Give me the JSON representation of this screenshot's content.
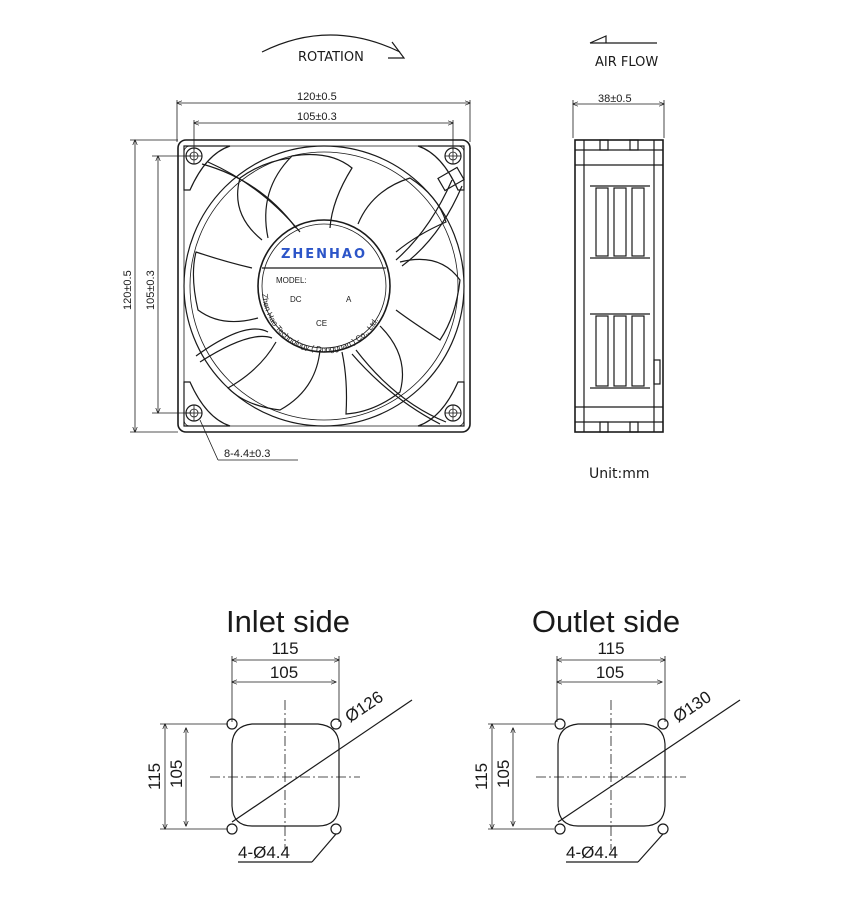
{
  "top": {
    "rotation_label": "ROTATION",
    "airflow_label": "AIR FLOW",
    "unit_label": "Unit:mm",
    "front": {
      "dim_width_outer": "120±0.5",
      "dim_width_inner": "105±0.3",
      "dim_height_outer": "120±0.5",
      "dim_height_inner": "105±0.3",
      "dim_holes": "8-4.4±0.3"
    },
    "side": {
      "dim_depth": "38±0.5"
    },
    "hub_label": {
      "brand": "ZHENHAO",
      "model": "MODEL:",
      "dc": "DC",
      "amp": "A",
      "ce": "CE",
      "company": "Zhen Hao Technology ( Dongguan ) Co., Ltd."
    }
  },
  "inlet": {
    "title": "Inlet side",
    "dim_outer": "115",
    "dim_inner": "105",
    "dim_v_outer": "115",
    "dim_v_inner": "105",
    "diameter": "Ø126",
    "holes": "4-Ø4.4"
  },
  "outlet": {
    "title": "Outlet side",
    "dim_outer": "115",
    "dim_inner": "105",
    "dim_v_outer": "115",
    "dim_v_inner": "105",
    "diameter": "Ø130",
    "holes": "4-Ø4.4"
  }
}
